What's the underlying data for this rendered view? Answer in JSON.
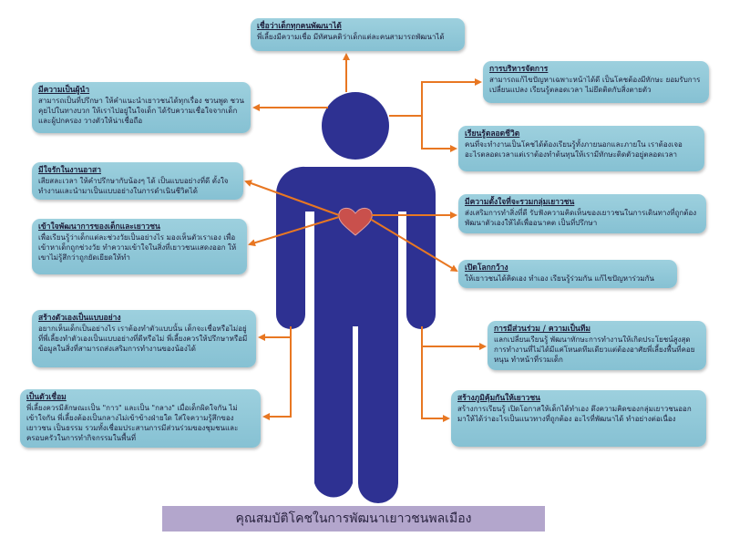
{
  "title": "คุณสมบัติโคชในการพัฒนาเยาวชนพลเมือง",
  "colors": {
    "figure": "#2e3192",
    "heart": "#c9504c",
    "arrow": "#e87722",
    "box": "#8fc8d8",
    "title_bar": "#b3a6cc"
  },
  "boxes": [
    {
      "title": "เชื่อว่าเด็กทุกคนพัฒนาได้",
      "text": "พี่เลี้ยงมีความเชื่อ มีทัศนคติว่าเด็กแต่ละคนสามารถพัฒนาได้"
    },
    {
      "title": "มีความเป็นผู้นำ",
      "text": "สามารถเป็นที่ปรึกษา ให้คำแนะนำเยาวชนได้ทุกเรื่อง ชวนพูด ชวนคุยไปในทางบวก ให้เราไปอยู่ในใจเด็ก ได้รับความเชื่อใจจากเด็กและผู้ปกครอง วางตัวให้น่าเชื่อถือ"
    },
    {
      "title": "การบริหารจัดการ",
      "text": "สามารถแก้ไขปัญหาเฉพาะหน้าได้ดี เป็นโคชต้องมีทักษะ ยอมรับการเปลี่ยนแปลง เรียนรู้ตลอดเวลา ไม่ยึดติดกับสิ่งตายตัว"
    },
    {
      "title": "เรียนรู้ตลอดชีวิต",
      "text": "คนที่จะทำงานเป็นโคชได้ต้องเรียนรู้ทั้งภายนอกและภายใน เราต้องเจออะไรตลอดเวลาแต่เราต้องทำต้นทุนให้เรามีทักษะติดตัวอยู่ตลอดเวลา"
    },
    {
      "title": "มีใจรักในงานอาสา",
      "text": "เสียสละเวลา ให้คำปรึกษากับน้องๆ ได้ เป็นแบบอย่างที่ดี ตั้งใจทำงานและนำมาเป็นแบบอย่างในการดำเนินชีวิตได้"
    },
    {
      "title": "มีความตั้งใจที่จะรวมกลุ่มเยาวชน",
      "text": "ส่งเสริมการทำสิ่งที่ดี รับฟังความคิดเห็นของเยาวชนในการเดินทางที่ถูกต้อง พัฒนาตัวเองให้ได้เพื่ออนาคต เป็นที่ปรึกษา"
    },
    {
      "title": "เข้าใจพัฒนาการของเด็กและเยาวชน",
      "text": "เพื่อเรียนรู้ว่าเด็กแต่ละช่วงวัยเป็นอย่างไร มองเห็นตัวเราเอง เพื่อเข้าหาเด็กถูกช่วงวัย ทำความเข้าใจในสิ่งที่เยาวชนแสดงออก ให้เขาไม่รู้สึกว่าถูกยัดเยียดให้ทำ"
    },
    {
      "title": "เปิดโลกกว้าง",
      "text": "ให้เยาวชนได้คิดเอง ทำเอง เรียนรู้ร่วมกัน แก้ไขปัญหาร่วมกัน"
    },
    {
      "title": "สร้างตัวเองเป็นแบบอย่าง",
      "text": "อยากเห็นเด็กเป็นอย่างไร เราต้องทำตัวแบบนั้น เด็กจะเชื่อหรือไม่อยู่ที่พี่เลี้ยงทำตัวเองเป็นแบบอย่างที่ดีหรือไม่ พี่เลี้ยงควรให้ปรึกษาหรือมีข้อมูลในสิ่งที่สามารถส่งเสริมการทำงานของน้องได้"
    },
    {
      "title": "การมีส่วนร่วม / ความเป็นทีม",
      "text": "แลกเปลี่ยนเรียนรู้ พัฒนาทักษะการทำงานให้เกิดประโยชน์สูงสุด การทำงานที่ไม่ได้มีแค่โหนดทีมเดียวแต่ต้องอาศัยพี่เลี้ยงพื้นที่คอยหนุน ทำหน้าที่รวมเด็ก"
    },
    {
      "title": "เป็นตัวเชื่อม",
      "text": "พี่เลี้ยงควรมีลักษณะเป็น \"กาว\" และเป็น \"กลาง\" เมื่อเด็กผิดใจกัน ไม่เข้าใจกัน พี่เลี้ยงต้องเป็นกลางไม่เข้าข้างฝ่ายใด ใส่ใจความรู้สึกของเยาวชน เป็นธรรม รวมทั้งเชื่อมประสานการมีส่วนร่วมของชุมชนและครอบครัวในการทำกิจกรรมในพื้นที่"
    },
    {
      "title": "สร้างภูมิคุ้มกันให้เยาวชน",
      "text": "สร้างการเรียนรู้ เปิดโอกาสให้เด็กได้ทำเอง ดึงความคิดของกลุ่มเยาวชนออกมาให้ได้ว่าอะไรเป็นแนวทางที่ถูกต้อง อะไรที่พัฒนาได้ ทำอย่างต่อเนื่อง"
    }
  ]
}
